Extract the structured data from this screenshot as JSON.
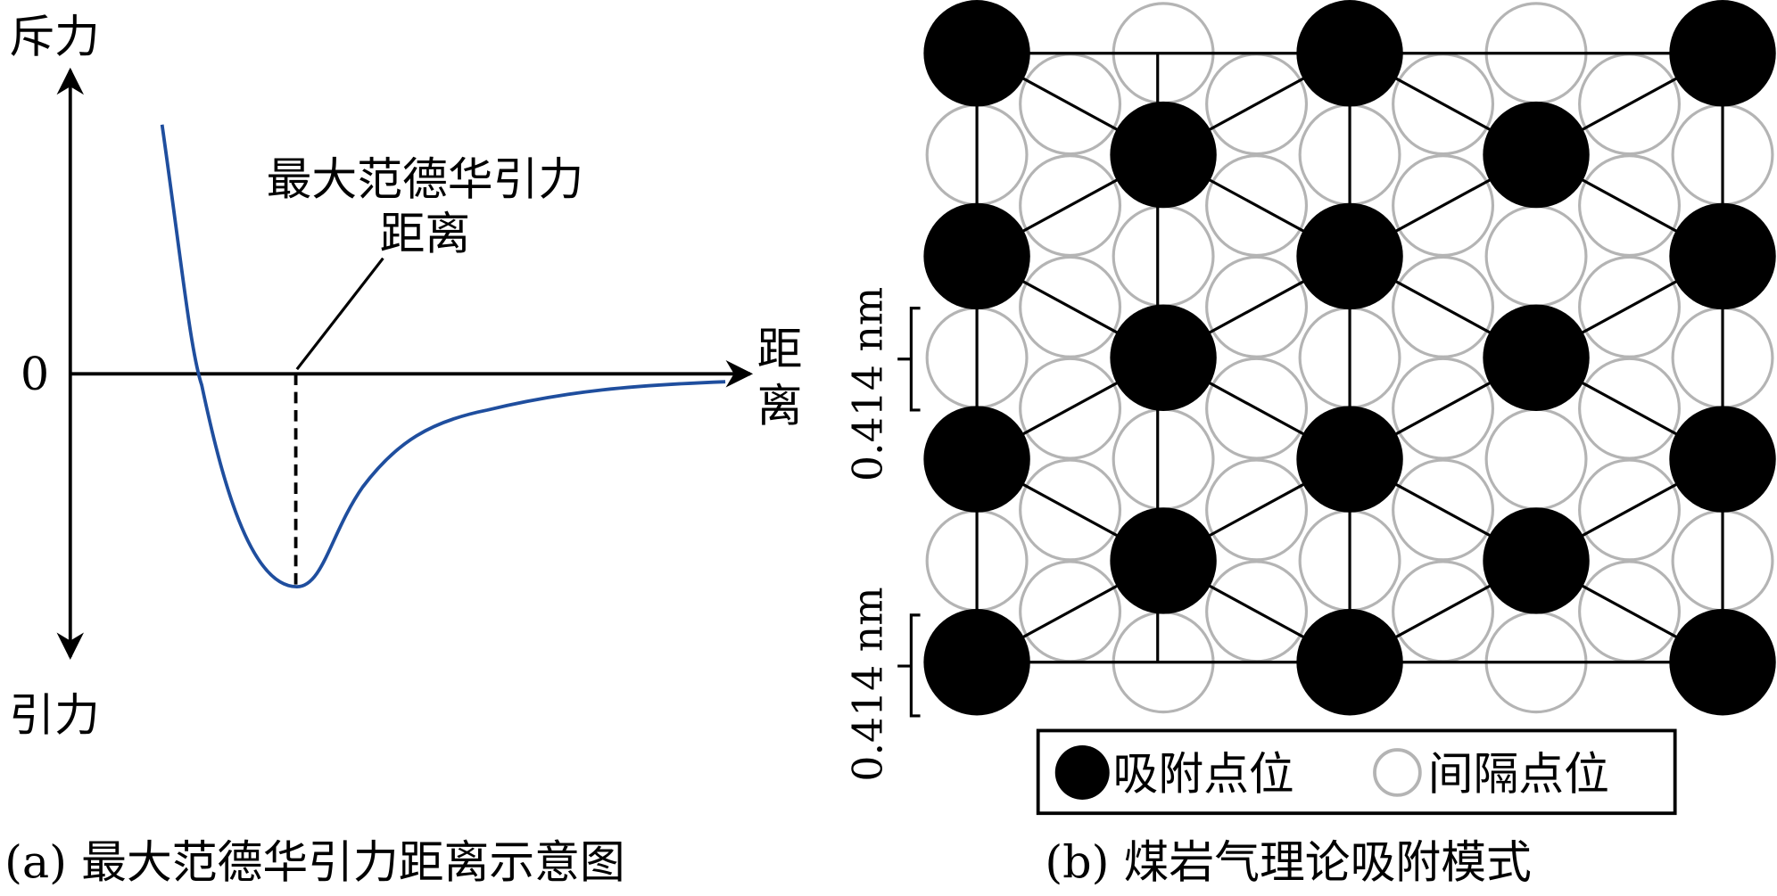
{
  "left": {
    "y_top_label": "斥力",
    "y_bottom_label": "引力",
    "zero_label": "0",
    "x_label_1": "距",
    "x_label_2": "离",
    "annotation_line1": "最大范德华引力",
    "annotation_line2": "距离",
    "caption": "(a) 最大范德华引力距离示意图",
    "curve_color": "#1f4e9e"
  },
  "right": {
    "spacing_label_1": "0.414 nm",
    "spacing_label_2": "0.414 nm",
    "legend_adsorption": "吸附点位",
    "legend_interval": "间隔点位",
    "caption": "(b) 煤岩气理论吸附模式",
    "gray_color": "#b4b4b4"
  }
}
